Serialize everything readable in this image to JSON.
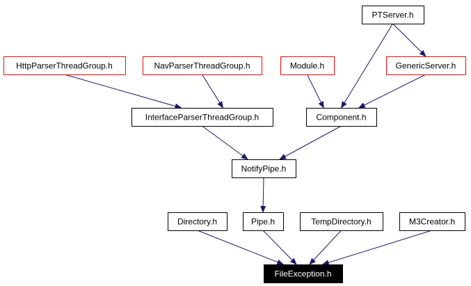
{
  "diagram": {
    "colors": {
      "background": "#ffffff",
      "edge": "#191970",
      "normal_border": "#000000",
      "highlight_border": "#ff0000",
      "root_fill": "#000000",
      "root_text": "#ffffff",
      "text": "#000000"
    },
    "nodes": [
      {
        "id": "ptserver",
        "label": "PTServer.h",
        "style": "normal"
      },
      {
        "id": "httpparser",
        "label": "HttpParserThreadGroup.h",
        "style": "red"
      },
      {
        "id": "navparser",
        "label": "NavParserThreadGroup.h",
        "style": "red"
      },
      {
        "id": "module",
        "label": "Module.h",
        "style": "red"
      },
      {
        "id": "genericserver",
        "label": "GenericServer.h",
        "style": "red"
      },
      {
        "id": "interfaceparser",
        "label": "InterfaceParserThreadGroup.h",
        "style": "normal"
      },
      {
        "id": "component",
        "label": "Component.h",
        "style": "normal"
      },
      {
        "id": "notifypipe",
        "label": "NotifyPipe.h",
        "style": "normal"
      },
      {
        "id": "directory",
        "label": "Directory.h",
        "style": "normal"
      },
      {
        "id": "pipe",
        "label": "Pipe.h",
        "style": "normal"
      },
      {
        "id": "tempdirectory",
        "label": "TempDirectory.h",
        "style": "normal"
      },
      {
        "id": "m3creator",
        "label": "M3Creator.h",
        "style": "normal"
      },
      {
        "id": "fileexception",
        "label": "FileException.h",
        "style": "root"
      }
    ],
    "edges": [
      {
        "from": "ptserver",
        "to": "genericserver"
      },
      {
        "from": "ptserver",
        "to": "component"
      },
      {
        "from": "httpparser",
        "to": "interfaceparser"
      },
      {
        "from": "navparser",
        "to": "interfaceparser"
      },
      {
        "from": "module",
        "to": "component"
      },
      {
        "from": "genericserver",
        "to": "component"
      },
      {
        "from": "interfaceparser",
        "to": "notifypipe"
      },
      {
        "from": "component",
        "to": "notifypipe"
      },
      {
        "from": "notifypipe",
        "to": "pipe"
      },
      {
        "from": "directory",
        "to": "fileexception"
      },
      {
        "from": "pipe",
        "to": "fileexception"
      },
      {
        "from": "tempdirectory",
        "to": "fileexception"
      },
      {
        "from": "m3creator",
        "to": "fileexception"
      }
    ]
  }
}
